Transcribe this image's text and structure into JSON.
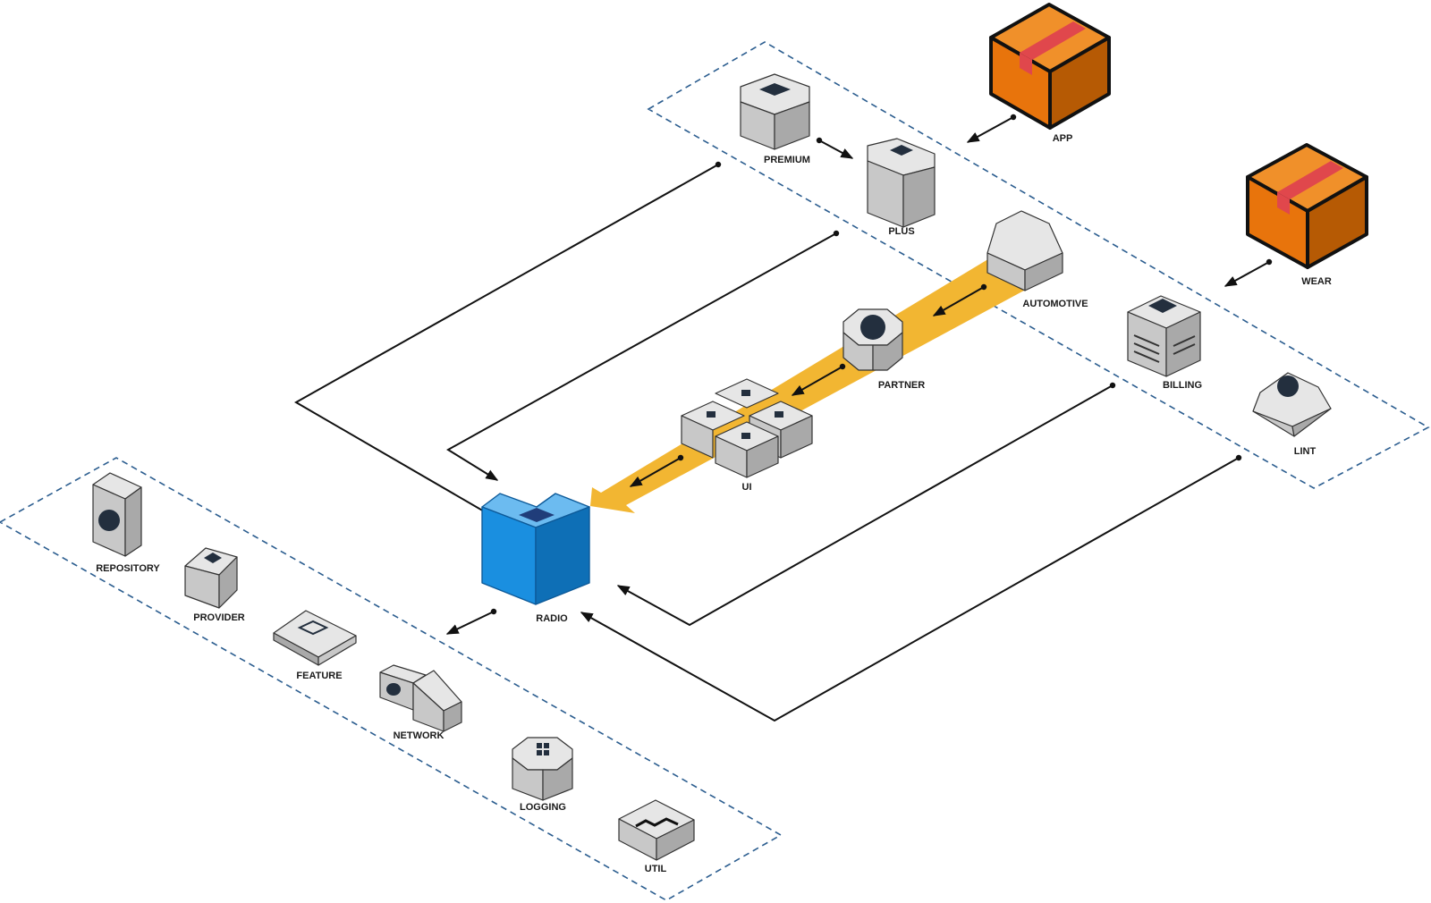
{
  "diagram": {
    "nodes": {
      "app": "APP",
      "wear": "WEAR",
      "premium": "PREMIUM",
      "plus": "PLUS",
      "automotive": "AUTOMOTIVE",
      "partner": "PARTNER",
      "ui": "UI",
      "billing": "BILLING",
      "lint": "LINT",
      "radio": "RADIO",
      "repository": "REPOSITORY",
      "provider": "PROVIDER",
      "feature": "FEATURE",
      "network": "NETWORK",
      "logging": "LOGGING",
      "util": "UTIL"
    },
    "colors": {
      "package_orange": "#e8740c",
      "package_stripe": "#e0474c",
      "radio_blue": "#1a8fe0",
      "flow_highlight": "#f2b632",
      "group_border": "#2b5d8f",
      "node_grey": "#d9d9d9"
    },
    "edges": [
      {
        "from": "APP",
        "to": "PLUS"
      },
      {
        "from": "PREMIUM",
        "to": "PLUS"
      },
      {
        "from": "WEAR",
        "to": "BILLING"
      },
      {
        "from": "AUTOMOTIVE",
        "to": "PARTNER"
      },
      {
        "from": "PARTNER",
        "to": "UI"
      },
      {
        "from": "UI",
        "to": "RADIO"
      },
      {
        "from": "PREMIUM",
        "to": "RADIO"
      },
      {
        "from": "PLUS",
        "to": "RADIO"
      },
      {
        "from": "BILLING",
        "to": "RADIO"
      },
      {
        "from": "LINT",
        "to": "RADIO"
      },
      {
        "from": "RADIO",
        "to": "NETWORK"
      }
    ]
  }
}
